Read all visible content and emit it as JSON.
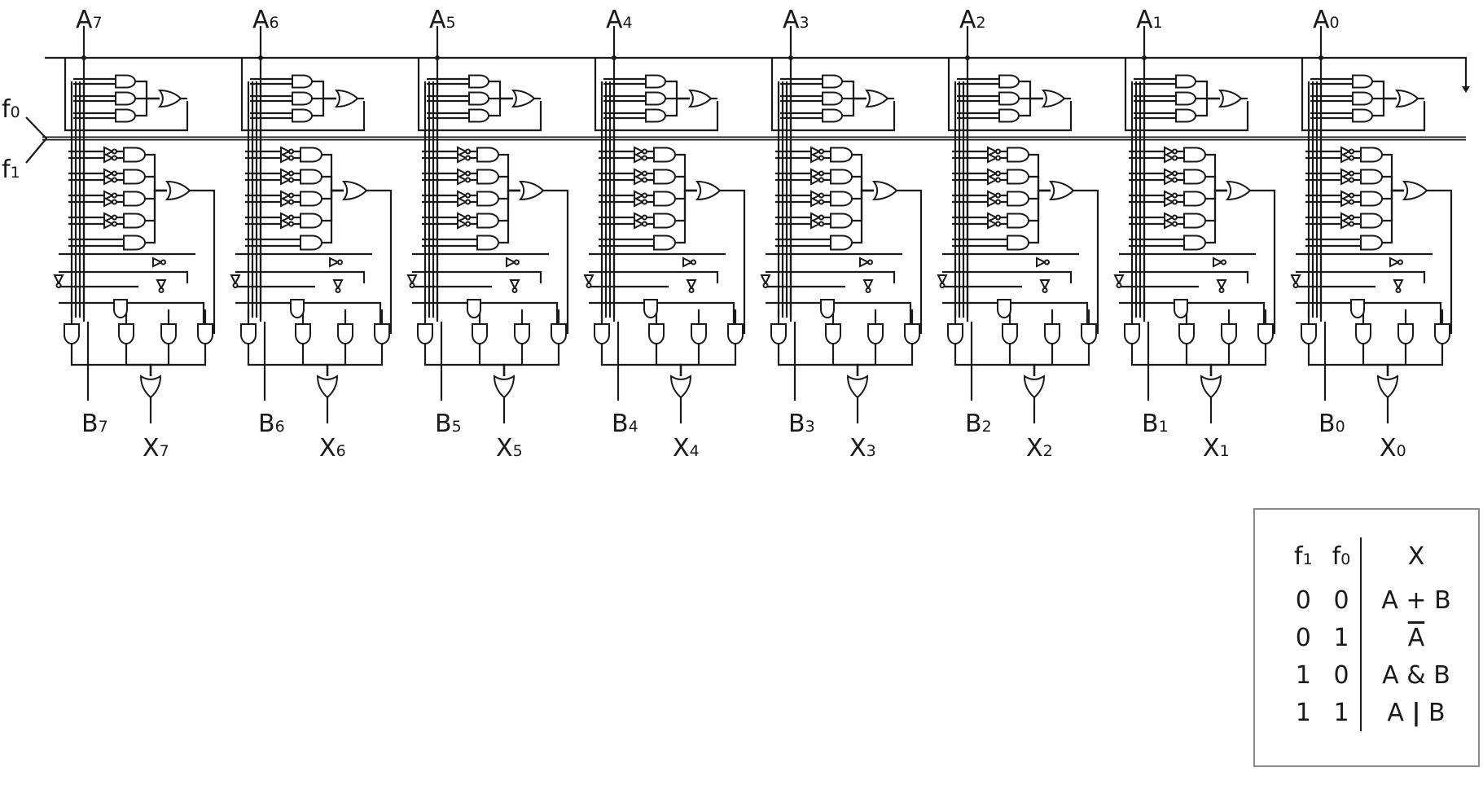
{
  "inputs_a": [
    {
      "letter": "A",
      "index": "7"
    },
    {
      "letter": "A",
      "index": "6"
    },
    {
      "letter": "A",
      "index": "5"
    },
    {
      "letter": "A",
      "index": "4"
    },
    {
      "letter": "A",
      "index": "3"
    },
    {
      "letter": "A",
      "index": "2"
    },
    {
      "letter": "A",
      "index": "1"
    },
    {
      "letter": "A",
      "index": "0"
    }
  ],
  "inputs_b": [
    {
      "letter": "B",
      "index": "7"
    },
    {
      "letter": "B",
      "index": "6"
    },
    {
      "letter": "B",
      "index": "5"
    },
    {
      "letter": "B",
      "index": "4"
    },
    {
      "letter": "B",
      "index": "3"
    },
    {
      "letter": "B",
      "index": "2"
    },
    {
      "letter": "B",
      "index": "1"
    },
    {
      "letter": "B",
      "index": "0"
    }
  ],
  "outputs_x": [
    {
      "letter": "X",
      "index": "7"
    },
    {
      "letter": "X",
      "index": "6"
    },
    {
      "letter": "X",
      "index": "5"
    },
    {
      "letter": "X",
      "index": "4"
    },
    {
      "letter": "X",
      "index": "3"
    },
    {
      "letter": "X",
      "index": "2"
    },
    {
      "letter": "X",
      "index": "1"
    },
    {
      "letter": "X",
      "index": "0"
    }
  ],
  "function_inputs": {
    "f0": {
      "letter": "f",
      "index": "0"
    },
    "f1": {
      "letter": "f",
      "index": "1"
    }
  },
  "truth_table": {
    "headers": {
      "f1": {
        "letter": "f",
        "index": "1"
      },
      "f0": {
        "letter": "f",
        "index": "0"
      },
      "x": "X"
    },
    "rows": [
      {
        "f1": "0",
        "f0": "0",
        "a": "A",
        "op": "+",
        "b": "B",
        "negated": false
      },
      {
        "f1": "0",
        "f0": "1",
        "a": "A",
        "op": "",
        "b": "",
        "negated": true
      },
      {
        "f1": "1",
        "f0": "0",
        "a": "A",
        "op": "&",
        "b": "B",
        "negated": false
      },
      {
        "f1": "1",
        "f0": "1",
        "a": "A",
        "op": "|",
        "b": "B",
        "negated": false
      }
    ]
  }
}
